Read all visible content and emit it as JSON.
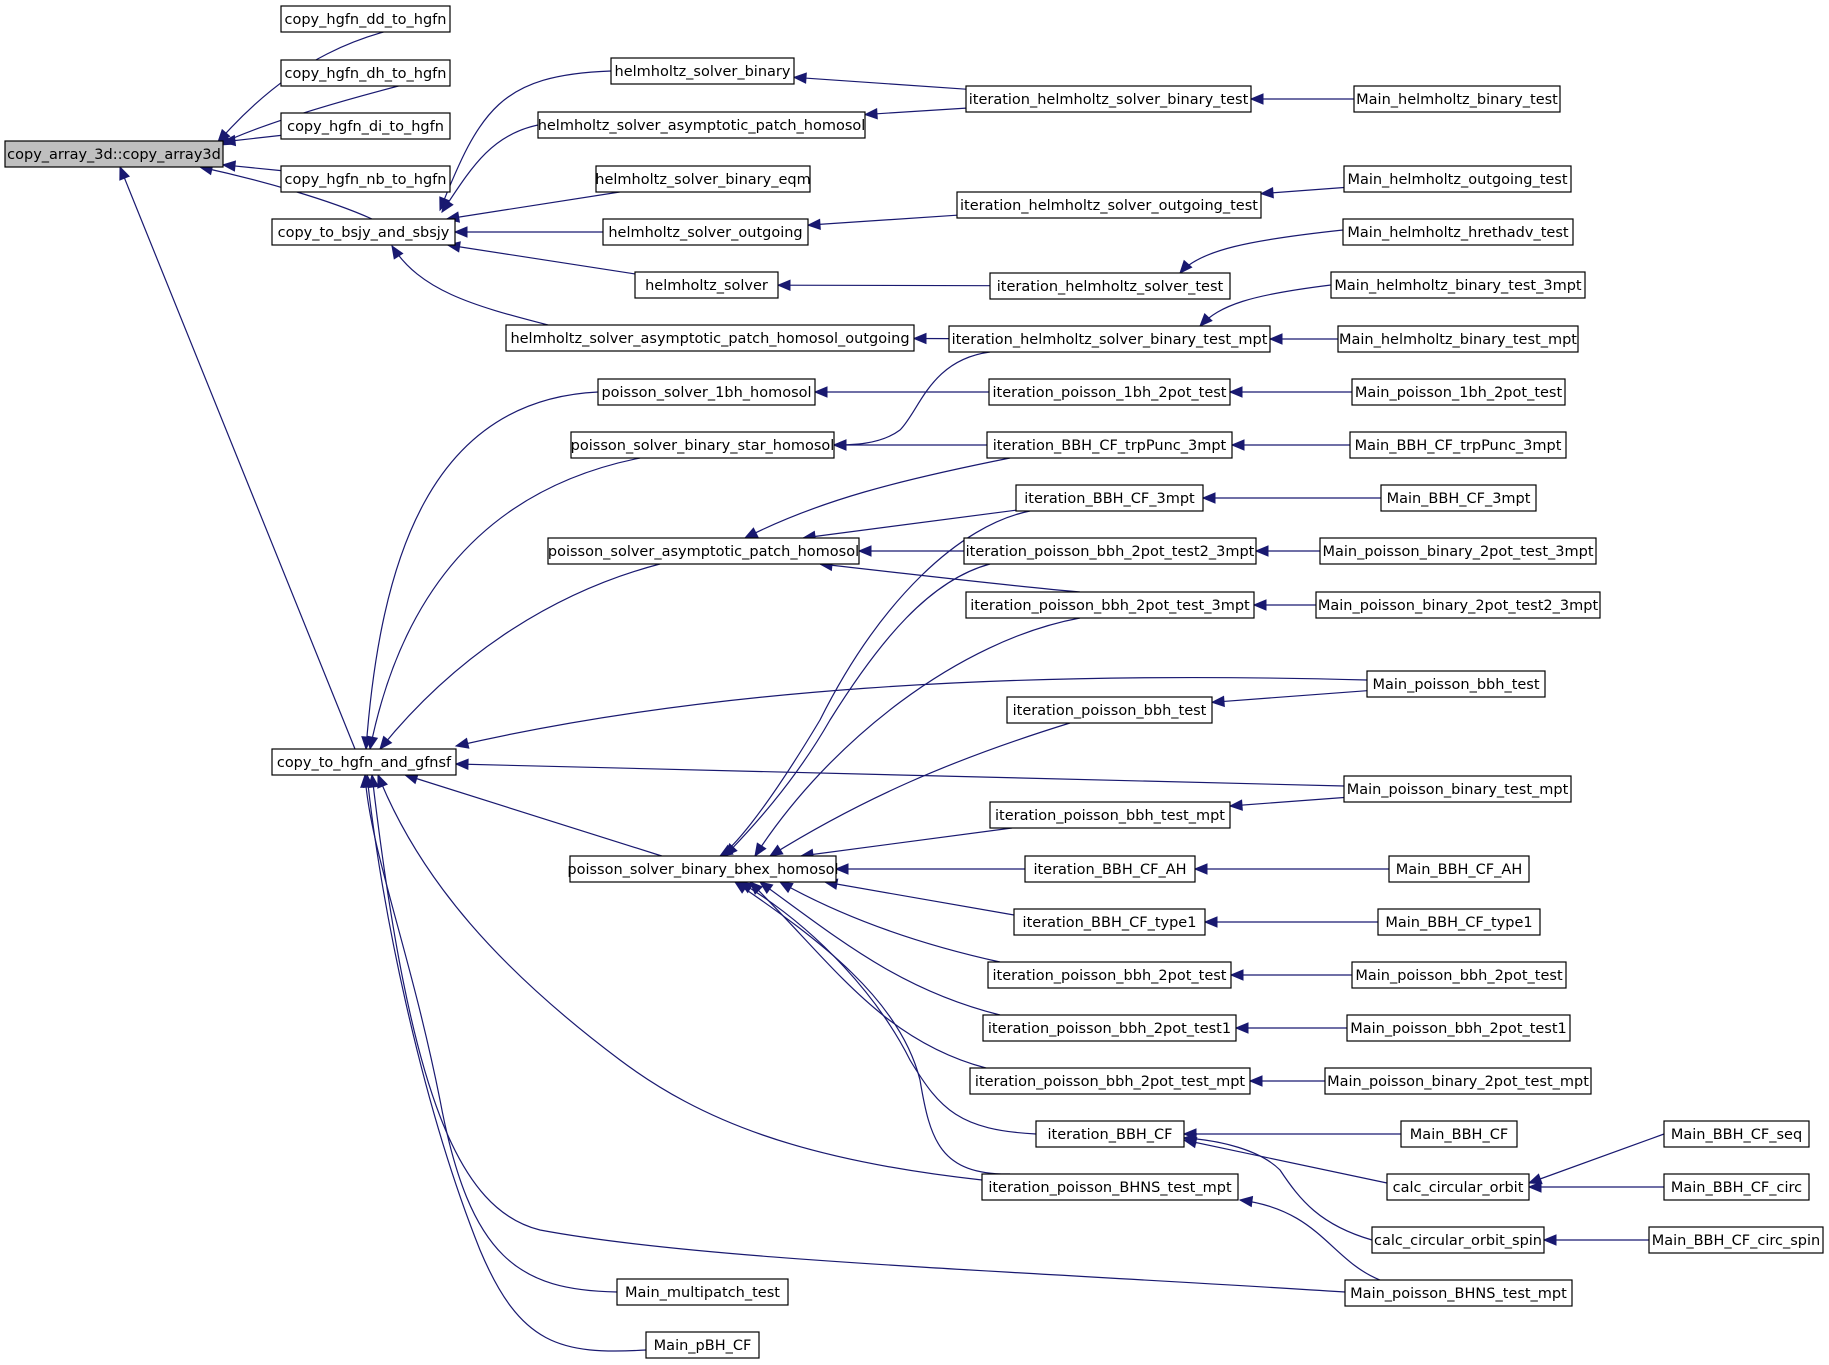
{
  "graph": {
    "nodes": [
      {
        "id": "root",
        "label": "copy_array_3d::copy_array3d",
        "root": true
      },
      {
        "id": "dd",
        "label": "copy_hgfn_dd_to_hgfn"
      },
      {
        "id": "dh",
        "label": "copy_hgfn_dh_to_hgfn"
      },
      {
        "id": "di",
        "label": "copy_hgfn_di_to_hgfn"
      },
      {
        "id": "nb",
        "label": "copy_hgfn_nb_to_hgfn"
      },
      {
        "id": "bsjy",
        "label": "copy_to_bsjy_and_sbsjy"
      },
      {
        "id": "gfnsf",
        "label": "copy_to_hgfn_and_gfnsf"
      },
      {
        "id": "hsb",
        "label": "helmholtz_solver_binary"
      },
      {
        "id": "hsaph",
        "label": "helmholtz_solver_asymptotic_patch_homosol"
      },
      {
        "id": "hsbe",
        "label": "helmholtz_solver_binary_eqm"
      },
      {
        "id": "hso",
        "label": "helmholtz_solver_outgoing"
      },
      {
        "id": "hs",
        "label": "helmholtz_solver"
      },
      {
        "id": "hsapho",
        "label": "helmholtz_solver_asymptotic_patch_homosol_outgoing"
      },
      {
        "id": "ps1bh",
        "label": "poisson_solver_1bh_homosol"
      },
      {
        "id": "psbsh",
        "label": "poisson_solver_binary_star_homosol"
      },
      {
        "id": "psaph",
        "label": "poisson_solver_asymptotic_patch_homosol"
      },
      {
        "id": "psbbh",
        "label": "poisson_solver_binary_bhex_homosol"
      },
      {
        "id": "mmt",
        "label": "Main_multipatch_test"
      },
      {
        "id": "mpbh",
        "label": "Main_pBH_CF"
      },
      {
        "id": "ihsbt",
        "label": "iteration_helmholtz_solver_binary_test"
      },
      {
        "id": "ihsot",
        "label": "iteration_helmholtz_solver_outgoing_test"
      },
      {
        "id": "ihst",
        "label": "iteration_helmholtz_solver_test"
      },
      {
        "id": "ihsbtm",
        "label": "iteration_helmholtz_solver_binary_test_mpt"
      },
      {
        "id": "ip1bh",
        "label": "iteration_poisson_1bh_2pot_test"
      },
      {
        "id": "ibtrp",
        "label": "iteration_BBH_CF_trpPunc_3mpt"
      },
      {
        "id": "ib3",
        "label": "iteration_BBH_CF_3mpt"
      },
      {
        "id": "ipt2_3",
        "label": "iteration_poisson_bbh_2pot_test2_3mpt"
      },
      {
        "id": "ipt_3",
        "label": "iteration_poisson_bbh_2pot_test_3mpt"
      },
      {
        "id": "ipbt",
        "label": "iteration_poisson_bbh_test"
      },
      {
        "id": "ipbtm",
        "label": "iteration_poisson_bbh_test_mpt"
      },
      {
        "id": "ibah",
        "label": "iteration_BBH_CF_AH"
      },
      {
        "id": "ibt1",
        "label": "iteration_BBH_CF_type1"
      },
      {
        "id": "ipb2",
        "label": "iteration_poisson_bbh_2pot_test"
      },
      {
        "id": "ipb21",
        "label": "iteration_poisson_bbh_2pot_test1"
      },
      {
        "id": "ipb2m",
        "label": "iteration_poisson_bbh_2pot_test_mpt"
      },
      {
        "id": "ibcf",
        "label": "iteration_BBH_CF"
      },
      {
        "id": "ipbns",
        "label": "iteration_poisson_BHNS_test_mpt"
      },
      {
        "id": "mhbt",
        "label": "Main_helmholtz_binary_test"
      },
      {
        "id": "mhot",
        "label": "Main_helmholtz_outgoing_test"
      },
      {
        "id": "mhht",
        "label": "Main_helmholtz_hrethadv_test"
      },
      {
        "id": "mhbt3",
        "label": "Main_helmholtz_binary_test_3mpt"
      },
      {
        "id": "mhbtm",
        "label": "Main_helmholtz_binary_test_mpt"
      },
      {
        "id": "mp1bh",
        "label": "Main_poisson_1bh_2pot_test"
      },
      {
        "id": "mbtrp",
        "label": "Main_BBH_CF_trpPunc_3mpt"
      },
      {
        "id": "mb3",
        "label": "Main_BBH_CF_3mpt"
      },
      {
        "id": "mpb2t3",
        "label": "Main_poisson_binary_2pot_test_3mpt"
      },
      {
        "id": "mpb2t23",
        "label": "Main_poisson_binary_2pot_test2_3mpt"
      },
      {
        "id": "mpbbt",
        "label": "Main_poisson_bbh_test"
      },
      {
        "id": "mpbtm",
        "label": "Main_poisson_binary_test_mpt"
      },
      {
        "id": "mbah",
        "label": "Main_BBH_CF_AH"
      },
      {
        "id": "mbt1",
        "label": "Main_BBH_CF_type1"
      },
      {
        "id": "mpb2",
        "label": "Main_poisson_bbh_2pot_test"
      },
      {
        "id": "mpb21",
        "label": "Main_poisson_bbh_2pot_test1"
      },
      {
        "id": "mpb2m",
        "label": "Main_poisson_binary_2pot_test_mpt"
      },
      {
        "id": "mbcf",
        "label": "Main_BBH_CF"
      },
      {
        "id": "cco",
        "label": "calc_circular_orbit"
      },
      {
        "id": "ccos",
        "label": "calc_circular_orbit_spin"
      },
      {
        "id": "mpbns",
        "label": "Main_poisson_BHNS_test_mpt"
      },
      {
        "id": "mbseq",
        "label": "Main_BBH_CF_seq"
      },
      {
        "id": "mbcirc",
        "label": "Main_BBH_CF_circ"
      },
      {
        "id": "mbcs",
        "label": "Main_BBH_CF_circ_spin"
      }
    ],
    "edges": [
      [
        "dd",
        "root"
      ],
      [
        "dh",
        "root"
      ],
      [
        "di",
        "root"
      ],
      [
        "nb",
        "root"
      ],
      [
        "bsjy",
        "root"
      ],
      [
        "gfnsf",
        "root"
      ],
      [
        "hsb",
        "bsjy"
      ],
      [
        "hsaph",
        "bsjy"
      ],
      [
        "hsbe",
        "bsjy"
      ],
      [
        "hso",
        "bsjy"
      ],
      [
        "hs",
        "bsjy"
      ],
      [
        "hsapho",
        "bsjy"
      ],
      [
        "ihsbt",
        "hsb"
      ],
      [
        "ihsbt",
        "hsaph"
      ],
      [
        "ihsot",
        "hso"
      ],
      [
        "ihst",
        "hs"
      ],
      [
        "ihsbtm",
        "hsapho"
      ],
      [
        "mhbt",
        "ihsbt"
      ],
      [
        "mhot",
        "ihsot"
      ],
      [
        "mhht",
        "ihst"
      ],
      [
        "mhbt3",
        "ihsbtm"
      ],
      [
        "mhbtm",
        "ihsbtm"
      ],
      [
        "ps1bh",
        "gfnsf"
      ],
      [
        "psbsh",
        "gfnsf"
      ],
      [
        "psaph",
        "gfnsf"
      ],
      [
        "psbbh",
        "gfnsf"
      ],
      [
        "mmt",
        "gfnsf"
      ],
      [
        "mpbh",
        "gfnsf"
      ],
      [
        "mpbbt",
        "gfnsf"
      ],
      [
        "mpbtm",
        "gfnsf"
      ],
      [
        "ipbns",
        "gfnsf"
      ],
      [
        "mpbns",
        "gfnsf"
      ],
      [
        "ip1bh",
        "ps1bh"
      ],
      [
        "ihsbtm",
        "psbsh"
      ],
      [
        "ibtrp",
        "psbsh"
      ],
      [
        "ibtrp",
        "psaph"
      ],
      [
        "ib3",
        "psaph"
      ],
      [
        "ipt2_3",
        "psaph"
      ],
      [
        "ipt_3",
        "psaph"
      ],
      [
        "ib3",
        "psbbh"
      ],
      [
        "ipt2_3",
        "psbbh"
      ],
      [
        "ipt_3",
        "psbbh"
      ],
      [
        "ipbt",
        "psbbh"
      ],
      [
        "ipbtm",
        "psbbh"
      ],
      [
        "ibah",
        "psbbh"
      ],
      [
        "ibt1",
        "psbbh"
      ],
      [
        "ipb2",
        "psbbh"
      ],
      [
        "ipb21",
        "psbbh"
      ],
      [
        "ipb2m",
        "psbbh"
      ],
      [
        "ibcf",
        "psbbh"
      ],
      [
        "ipbns",
        "psbbh"
      ],
      [
        "mp1bh",
        "ip1bh"
      ],
      [
        "mbtrp",
        "ibtrp"
      ],
      [
        "mb3",
        "ib3"
      ],
      [
        "mpb2t3",
        "ipt2_3"
      ],
      [
        "mpb2t23",
        "ipt_3"
      ],
      [
        "mpbbt",
        "ipbt"
      ],
      [
        "mpbtm",
        "ipbtm"
      ],
      [
        "mbah",
        "ibah"
      ],
      [
        "mbt1",
        "ibt1"
      ],
      [
        "mpb2",
        "ipb2"
      ],
      [
        "mpb21",
        "ipb21"
      ],
      [
        "mpb2m",
        "ipb2m"
      ],
      [
        "mbcf",
        "ibcf"
      ],
      [
        "cco",
        "ibcf"
      ],
      [
        "ccos",
        "ibcf"
      ],
      [
        "mpbns",
        "ipbns"
      ],
      [
        "mbseq",
        "cco"
      ],
      [
        "mbcirc",
        "cco"
      ],
      [
        "mbcs",
        "ccos"
      ]
    ]
  }
}
